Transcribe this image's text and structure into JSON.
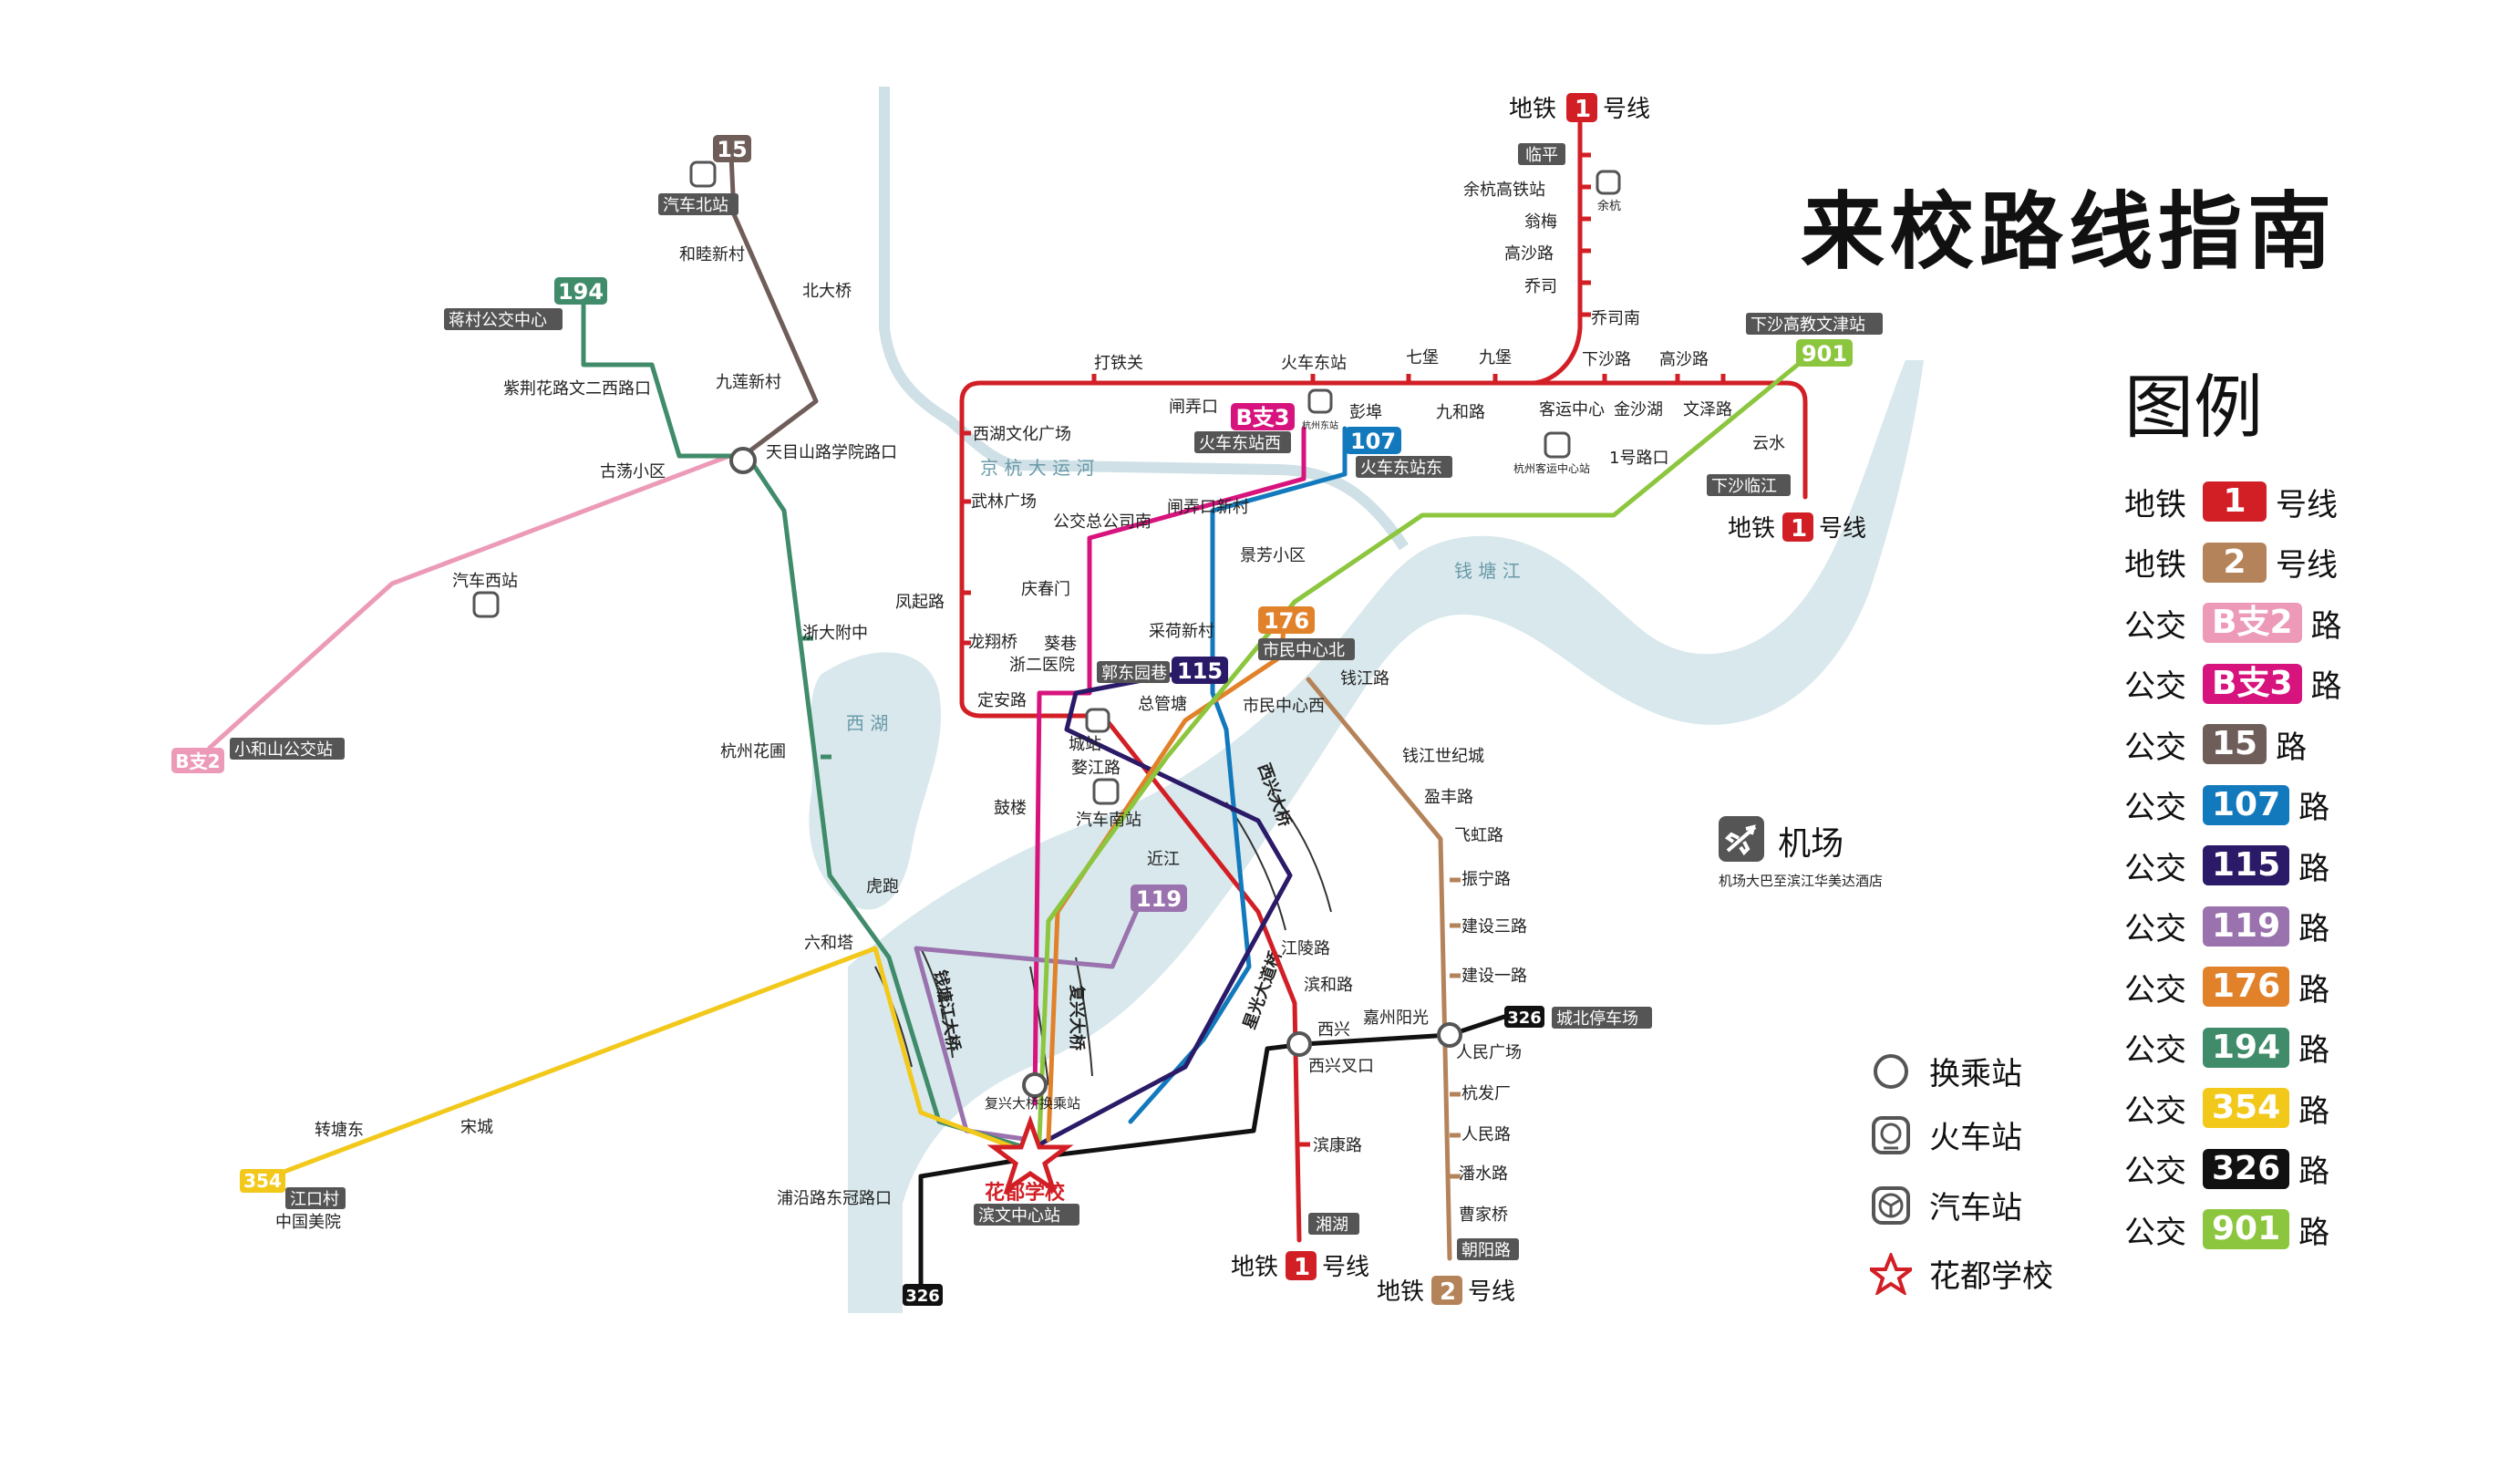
{
  "title": "来校路线指南",
  "legend": {
    "title": "图例",
    "lines": [
      {
        "prefix": "地铁",
        "badge": "1",
        "suffix": "号线",
        "color": "#d21f26"
      },
      {
        "prefix": "地铁",
        "badge": "2",
        "suffix": "号线",
        "color": "#b5835a"
      },
      {
        "prefix": "公交",
        "badge": "B支2",
        "suffix": "路",
        "color": "#ec9ab8"
      },
      {
        "prefix": "公交",
        "badge": "B支3",
        "suffix": "路",
        "color": "#d7137d"
      },
      {
        "prefix": "公交",
        "badge": "15",
        "suffix": "路",
        "color": "#6e5d58"
      },
      {
        "prefix": "公交",
        "badge": "107",
        "suffix": "路",
        "color": "#1379bd"
      },
      {
        "prefix": "公交",
        "badge": "115",
        "suffix": "路",
        "color": "#2b1a67"
      },
      {
        "prefix": "公交",
        "badge": "119",
        "suffix": "路",
        "color": "#9a72ae"
      },
      {
        "prefix": "公交",
        "badge": "176",
        "suffix": "路",
        "color": "#e1812a"
      },
      {
        "prefix": "公交",
        "badge": "194",
        "suffix": "路",
        "color": "#3f8b6a"
      },
      {
        "prefix": "公交",
        "badge": "354",
        "suffix": "路",
        "color": "#f2c81a"
      },
      {
        "prefix": "公交",
        "badge": "326",
        "suffix": "路",
        "color": "#111111"
      },
      {
        "prefix": "公交",
        "badge": "901",
        "suffix": "路",
        "color": "#8cc63e"
      }
    ],
    "symbols": {
      "transfer": "换乘站",
      "train": "火车站",
      "bus": "汽车站",
      "school": "花都学校"
    }
  },
  "airport": {
    "label": "机场",
    "sub": "机场大巴至滨江华美达酒店",
    "icon": "airplane-icon"
  },
  "water": {
    "west_lake": "西 湖",
    "canal": "京 杭 大 运 河",
    "river": "钱 塘 江"
  },
  "bridges": [
    "钱塘江大桥",
    "复兴大桥",
    "西兴大桥",
    "星光大道桥"
  ],
  "line_labels": {
    "metro1_top": {
      "pre": "地铁",
      "num": "1",
      "post": "号线"
    },
    "metro1_right": {
      "pre": "地铁",
      "num": "1",
      "post": "号线"
    },
    "metro1_bottom": {
      "pre": "地铁",
      "num": "1",
      "post": "号线"
    },
    "metro2_bottom": {
      "pre": "地铁",
      "num": "2",
      "post": "号线"
    }
  },
  "badges": {
    "b15": "15",
    "b194": "194",
    "b901": "901",
    "b107": "107",
    "bB3": "B支3",
    "b115": "115",
    "b176": "176",
    "b119": "119",
    "b354": "354",
    "b326a": "326",
    "b326b": "326",
    "bB2": "B支2"
  },
  "stations": {
    "linping": "临平",
    "yuhang_hsr": "余杭高铁站",
    "yuhang": "余杭",
    "wengmei": "翁梅",
    "gaoshalu": "高沙路",
    "qiaosi": "乔司",
    "qiaosinan": "乔司南",
    "xiashalu": "下沙路",
    "gaosha": "高沙路",
    "jinshahu": "金沙湖",
    "wenzelu": "文泽路",
    "yunshui": "云水",
    "xiasha_linjiang": "下沙临江",
    "xiasha_college": "下沙高教文津站",
    "kehyunzhongxin": "客运中心",
    "kehyun_small": "杭州客运中心站",
    "yihaolukou": "1号路口",
    "dategua": "打铁关",
    "huochedongzhan": "火车东站",
    "qibao": "七堡",
    "jiubao": "九堡",
    "pengbu": "彭埠",
    "jiuhelu": "九和路",
    "hangzhoudong": "杭州东站",
    "zhanongkou": "闸弄口",
    "huochedong_west": "火车东站西",
    "huochedong_east": "火车东站东",
    "xihu_culture": "西湖文化广场",
    "wulin": "武林广场",
    "gongjiao_zongsi": "公交总公司南",
    "zhanongkou_xincun": "闸弄口新村",
    "jingfang": "景芳小区",
    "qingchunmen": "庆春门",
    "fengqilu": "凤起路",
    "longxiangqiao": "龙翔桥",
    "kuixiang": "葵巷",
    "zheer": "浙二医院",
    "caihe": "采荷新村",
    "shiminzhongxinbei": "市民中心北",
    "shiminzhongxinxi": "市民中心西",
    "qianjianglu": "钱江路",
    "qianjiang_century": "钱江世纪城",
    "yingfenglu": "盈丰路",
    "feihonglu": "飞虹路",
    "zhenninglu": "振宁路",
    "jianshesan": "建设三路",
    "jianshe1": "建设一路",
    "guodongyuanxiang": "郭东园巷",
    "zongguantang": "总管塘",
    "dingan": "定安路",
    "chengzhan": "城站",
    "wujianglu": "婺江路",
    "qichenanzhan": "汽车南站",
    "jinjiang": "近江",
    "gulou": "鼓楼",
    "jianglinglu": "江陵路",
    "binhelu": "滨和路",
    "xixing": "西兴",
    "xixing_cross": "西兴叉口",
    "jiazhou": "嘉州阳光",
    "renmin": "人民广场",
    "chengbei_parking": "城北停车场",
    "hangfa": "杭发厂",
    "renminlu": "人民路",
    "panshui": "潘水路",
    "caojia": "曹家桥",
    "chaoyang": "朝阳路",
    "binkang": "滨康路",
    "xianghu": "湘湖",
    "fuxing_transfer": "复兴大桥换乘站",
    "school": "花都学校",
    "binwen": "滨文中心站",
    "puyan": "浦沿路东冠路口",
    "liuhe": "六和塔",
    "songcheng": "宋城",
    "zhuantangdong": "转塘东",
    "jiangkou": "江口村",
    "academy": "中国美院",
    "hupao": "虎跑",
    "zheda_fuzhong": "浙大附中",
    "hangzhou_huayuan": "杭州花圃",
    "tianmushan": "天目山路学院路口",
    "gudang": "古荡小区",
    "qichexi": "汽车西站",
    "xiaoheshan": "小和山公交站",
    "zijinghua": "紫荆花路文二西路口",
    "jiangcun": "蒋村公交中心",
    "jiulian": "九莲新村",
    "daqiao_bei": "北大桥",
    "hemu": "和睦新村",
    "qichebei": "汽车北站"
  }
}
